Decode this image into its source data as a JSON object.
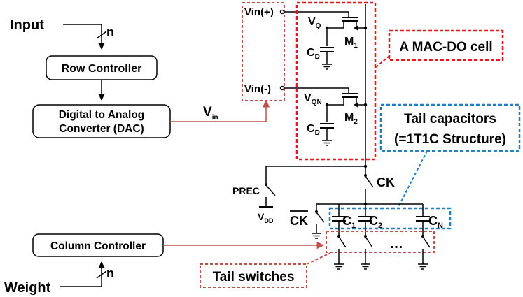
{
  "labels": {
    "input": "Input",
    "weight": "Weight",
    "bus_n_top": "n",
    "bus_n_bottom": "n",
    "row_controller": "Row Controller",
    "dac_line1": "Digital to Analog",
    "dac_line2": "Converter (DAC)",
    "column_controller": "Column Controller",
    "vin_main": "V",
    "vin_sub": "in",
    "vin_plus": "Vin(+)",
    "vin_minus": "Vin(-)",
    "vq_main": "V",
    "vq_sub": "Q",
    "vqn_main": "V",
    "vqn_sub": "QN",
    "cd1_main": "C",
    "cd1_sub": "D",
    "cd2_main": "C",
    "cd2_sub": "D",
    "m1_main": "M",
    "m1_sub": "1",
    "m2_main": "M",
    "m2_sub": "2",
    "mac_do_cell": "A MAC-DO cell",
    "tail_cap_line1": "Tail capacitors",
    "tail_cap_line2": "(=1T1C Structure)",
    "ck": "CK",
    "ck_bar": "CK",
    "prec": "PREC",
    "vdd_main": "V",
    "vdd_sub": "DD",
    "c1_main": "C",
    "c1_sub": "1",
    "c2_main": "C",
    "c2_sub": "2",
    "cn_main": "C",
    "cn_sub": "N",
    "ellipsis": "…",
    "tail_switches": "Tail switches"
  },
  "colors": {
    "line": "#000000",
    "signal": "#c0504d",
    "mac_box": "#e8141e",
    "tail_cap_box": "#1f7fc4",
    "tail_switch_box": "#c0504d"
  }
}
